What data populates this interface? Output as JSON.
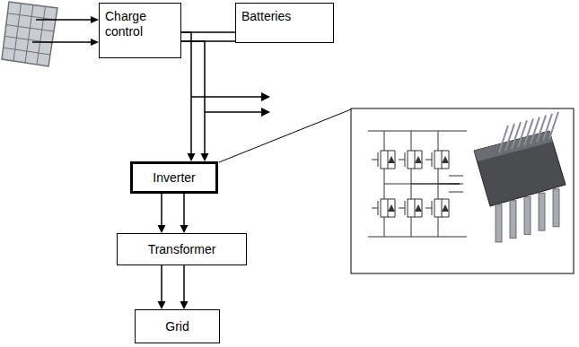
{
  "diagram": {
    "nodes": [
      {
        "text": [
          "Charge control"
        ]
      },
      {
        "text": [
          "Batteries"
        ]
      },
      {
        "text": [
          "Inverter"
        ]
      },
      {
        "text": [
          "Transformer"
        ]
      },
      {
        "text": [
          "Grid"
        ]
      }
    ],
    "edges": [
      {
        "from": 0,
        "to": 1,
        "arrow": "none"
      },
      {
        "from": 0,
        "to": 2,
        "arrow": "to"
      },
      {
        "from": 2,
        "to": 3,
        "arrow": "to"
      },
      {
        "from": 3,
        "to": 4,
        "arrow": "to"
      }
    ]
  }
}
